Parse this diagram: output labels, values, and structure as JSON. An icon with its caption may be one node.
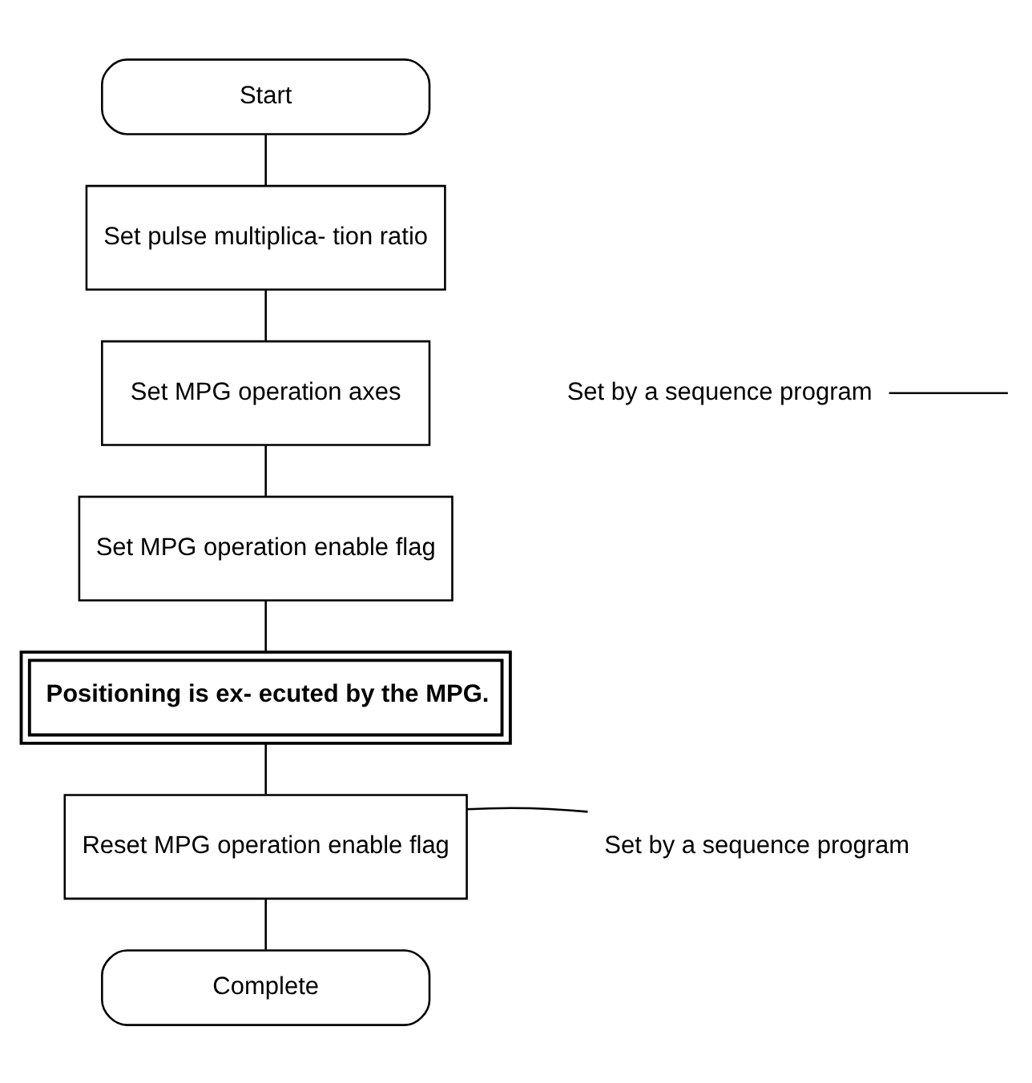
{
  "diagram": {
    "nodes": [
      {
        "text": [
          "Start"
        ]
      },
      {
        "text": [
          "Set pulse multiplica- tion ratio"
        ]
      },
      {
        "text": [
          "Set MPG operation axes"
        ]
      },
      {
        "text": [
          "Set MPG operation enable flag"
        ]
      },
      {
        "text": [
          "Positioning is ex- ecuted by the MPG."
        ]
      },
      {
        "text": [
          "Reset MPG operation enable flag"
        ]
      },
      {
        "text": [
          "Complete"
        ]
      },
      {
        "text": [
          "Set by a sequence program"
        ]
      },
      {
        "text": [
          "Set by a sequence program"
        ]
      }
    ],
    "edges": [
      {
        "from": 0,
        "to": 1,
        "arrow": "none"
      },
      {
        "from": 1,
        "to": 2,
        "arrow": "none"
      },
      {
        "from": 2,
        "to": 3,
        "arrow": "none"
      },
      {
        "from": 3,
        "to": 4,
        "arrow": "none"
      },
      {
        "from": 4,
        "to": 5,
        "arrow": "none"
      },
      {
        "from": 5,
        "to": 6,
        "arrow": "none"
      },
      {
        "from": 7,
        "to": null,
        "arrow": "none"
      },
      {
        "from": 8,
        "to": 5,
        "arrow": "none"
      }
    ]
  }
}
